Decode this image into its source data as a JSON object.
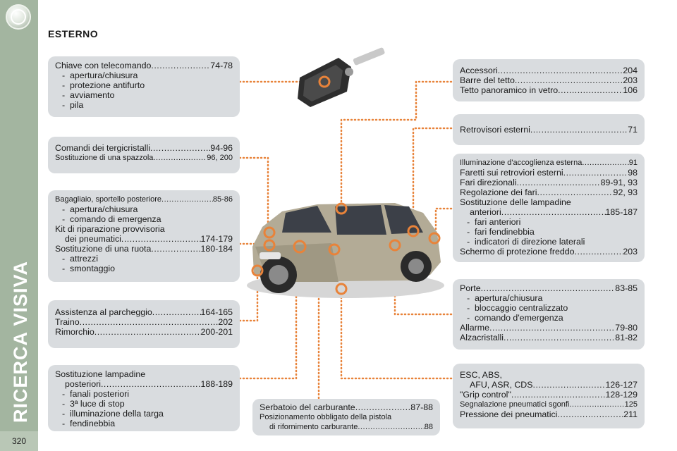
{
  "sidebar": {
    "title": "RICERCA VISIVA",
    "page_number": "320"
  },
  "section_title": "ESTERNO",
  "boxes": {
    "key": {
      "r1": {
        "t": "Chiave con telecomando",
        "p": "74-78"
      },
      "s1": "apertura/chiusura",
      "s2": "protezione antifurto",
      "s3": "avviamento",
      "s4": "pila"
    },
    "wipers": {
      "r1": {
        "t": "Comandi dei tergicristalli",
        "p": "94-96"
      },
      "r2": {
        "t": "Sostituzione di una spazzola",
        "p": "96, 200"
      }
    },
    "boot": {
      "r1": {
        "t": "Bagagliaio, sportello posteriore",
        "p": "85-86"
      },
      "s1": "apertura/chiusura",
      "s2": "comando di emergenza",
      "l3": "Kit di riparazione provvisoria",
      "r4": {
        "t": "dei pneumatici",
        "p": "174-179"
      },
      "r5": {
        "t": "Sostituzione di una ruota",
        "p": "180-184"
      },
      "s6": "attrezzi",
      "s7": "smontaggio"
    },
    "parking": {
      "r1": {
        "t": "Assistenza al parcheggio",
        "p": "164-165"
      },
      "r2": {
        "t": "Traino",
        "p": "202"
      },
      "r3": {
        "t": "Rimorchio",
        "p": "200-201"
      }
    },
    "rearlamps": {
      "l1": "Sostituzione lampadine",
      "r2": {
        "t": "posteriori",
        "p": "188-189"
      },
      "s3": "fanali posteriori",
      "s4": "3ª luce di stop",
      "s5": "illuminazione della targa",
      "s6": "fendinebbia"
    },
    "fuel": {
      "r1": {
        "t": "Serbatoio del carburante",
        "p": "87-88"
      },
      "l2": "Posizionamento obbligato della pistola",
      "r3": {
        "t": "di rifornimento carburante",
        "p": "88"
      }
    },
    "roof": {
      "r1": {
        "t": "Accessori",
        "p": "204"
      },
      "r2": {
        "t": "Barre del tetto",
        "p": "203"
      },
      "r3": {
        "t": "Tetto panoramico in vetro",
        "p": "106"
      }
    },
    "mirrors": {
      "r1": {
        "t": "Retrovisori esterni",
        "p": "71"
      }
    },
    "lights": {
      "r1": {
        "t": "Illuminazione d'accoglienza esterna",
        "p": "91"
      },
      "r2": {
        "t": "Faretti sui retroviori esterni",
        "p": "98"
      },
      "r3": {
        "t": "Fari direzionali",
        "p": "89-91, 93"
      },
      "r4": {
        "t": "Regolazione dei fari",
        "p": "92, 93"
      },
      "l5": "Sostituzione delle lampadine",
      "r6": {
        "t": "anteriori",
        "p": "185-187"
      },
      "s7": "fari anteriori",
      "s8": "fari fendinebbia",
      "s9": "indicatori di direzione laterali",
      "r10": {
        "t": "Schermo di protezione freddo",
        "p": "203"
      }
    },
    "doors": {
      "r1": {
        "t": "Porte",
        "p": "83-85"
      },
      "s2": "apertura/chiusura",
      "s3": "bloccaggio centralizzato",
      "s4": "comando d'emergenza",
      "r5": {
        "t": "Allarme",
        "p": "79-80"
      },
      "r6": {
        "t": "Alzacristalli",
        "p": "81-82"
      }
    },
    "esc": {
      "l1": "ESC, ABS,",
      "r2": {
        "t": "AFU, ASR, CDS",
        "p": "126-127"
      },
      "r3": {
        "t": "\"Grip control\"",
        "p": "128-129"
      },
      "r4": {
        "t": "Segnalazione pneumatici sgonfi",
        "p": "125"
      },
      "r5": {
        "t": "Pressione dei pneumatici",
        "p": "211"
      }
    }
  },
  "colors": {
    "sidebar": "#a3b5a0",
    "box": "#d9dcdf",
    "connector": "#e8833a",
    "car_body": "#b3ab96"
  }
}
